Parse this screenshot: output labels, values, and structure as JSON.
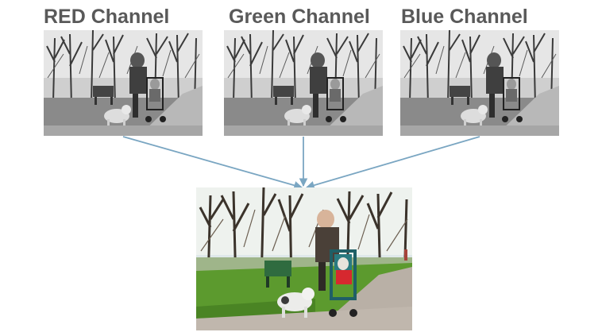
{
  "diagram": {
    "channels": [
      {
        "label": "RED Channel"
      },
      {
        "label": "Green Channel"
      },
      {
        "label": "Blue Channel"
      }
    ],
    "arrow_color": "#7aa6c2",
    "title_color": "#595959"
  }
}
